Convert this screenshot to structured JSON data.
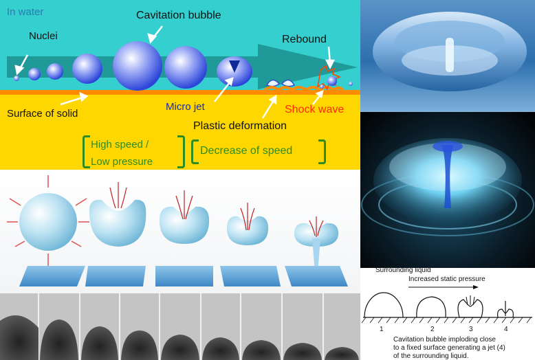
{
  "top_diagram": {
    "medium_label": "In water",
    "labels": {
      "nuclei": "Nuclei",
      "cavitation_bubble": "Cavitation bubble",
      "rebound": "Rebound",
      "surface_of_solid": "Surface of solid",
      "micro_jet": "Micro jet",
      "shock_wave": "Shock wave",
      "plastic_deformation": "Plastic deformation"
    },
    "phases": {
      "high_speed_line1": "High speed /",
      "high_speed_line2": "Low pressure",
      "decrease_of_speed": "Decrease of speed"
    },
    "colors": {
      "water": "#35cfcf",
      "solid": "#ffd700",
      "interface": "#ff8c00",
      "phase_text": "#2e8b22",
      "micro_jet_text": "#1a2aa8",
      "shock_wave_text": "#ff2a00",
      "medium_text": "#2a7ab0"
    }
  },
  "schematic": {
    "surrounding_liquid": "Surrounding liquid",
    "increased_static_pressure": "Increased static pressure",
    "stage_numbers": [
      "1",
      "2",
      "3",
      "4"
    ],
    "caption_line1": "Cavitation bubble imploding close",
    "caption_line2": "to a fixed surface generating a jet (4)",
    "caption_line3": "of the surrounding liquid."
  }
}
